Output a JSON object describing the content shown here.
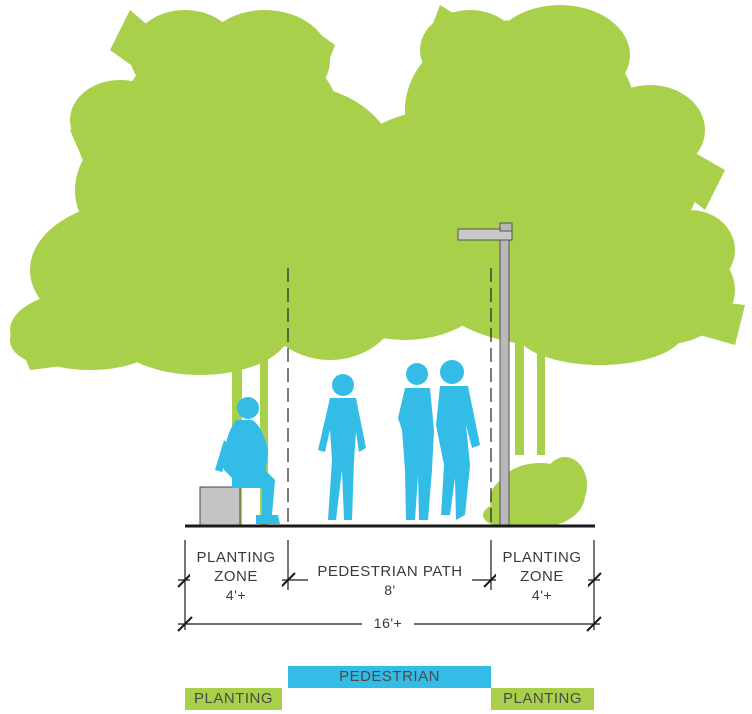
{
  "section": {
    "left_zone": {
      "line1": "PLANTING",
      "line2": "ZONE",
      "width": "4'+"
    },
    "center_zone": {
      "line1": "PEDESTRIAN PATH",
      "width": "8'"
    },
    "right_zone": {
      "line1": "PLANTING",
      "line2": "ZONE",
      "width": "4'+"
    },
    "total_width": "16'+"
  },
  "legend": {
    "pedestrian": "PEDESTRIAN",
    "planting_left": "PLANTING",
    "planting_right": "PLANTING"
  },
  "colors": {
    "foliage": "#a8d04a",
    "people": "#33bde6",
    "pedestrian_bar": "#33bde6",
    "planting_bar": "#a8d04a",
    "ground": "#1a1a1a",
    "lamp": "#b8b8b8",
    "bench": "#c4c4c4"
  }
}
